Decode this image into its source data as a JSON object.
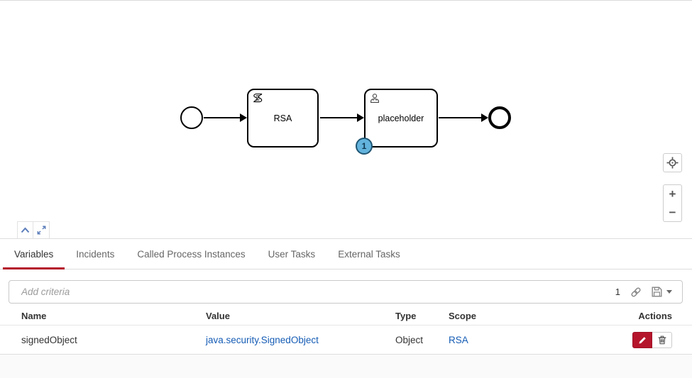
{
  "colors": {
    "accent_red": "#b5152b",
    "link_blue": "#155cb5",
    "badge_fill": "#62b3dd",
    "badge_border": "#1f5572",
    "toggle_icon_blue": "#5a7cba"
  },
  "diagram": {
    "tasks": [
      {
        "label": "RSA",
        "kind": "script-task"
      },
      {
        "label": "placeholder",
        "kind": "user-task",
        "badge": "1"
      }
    ],
    "controls": {
      "zoom_in": "+",
      "zoom_out": "−"
    }
  },
  "icons": {
    "script_task": "scroll-with-lines",
    "user_task": "person",
    "center_viewport": "crosshair-target",
    "collapse": "chevron-up",
    "maximize": "diagonal-arrows",
    "copy_link": "chain",
    "save_filter": "floppy-disk",
    "save_caret": "caret-down",
    "edit": "pencil",
    "delete": "trash"
  },
  "tabs": [
    {
      "label": "Variables",
      "active": true
    },
    {
      "label": "Incidents",
      "active": false
    },
    {
      "label": "Called Process Instances",
      "active": false
    },
    {
      "label": "User Tasks",
      "active": false
    },
    {
      "label": "External Tasks",
      "active": false
    }
  ],
  "filter": {
    "placeholder": "Add criteria",
    "result_count": "1"
  },
  "table": {
    "headers": {
      "name": "Name",
      "value": "Value",
      "type": "Type",
      "scope": "Scope",
      "actions": "Actions"
    },
    "rows": [
      {
        "name": "signedObject",
        "value": "java.security.SignedObject",
        "type": "Object",
        "scope": "RSA"
      }
    ]
  }
}
